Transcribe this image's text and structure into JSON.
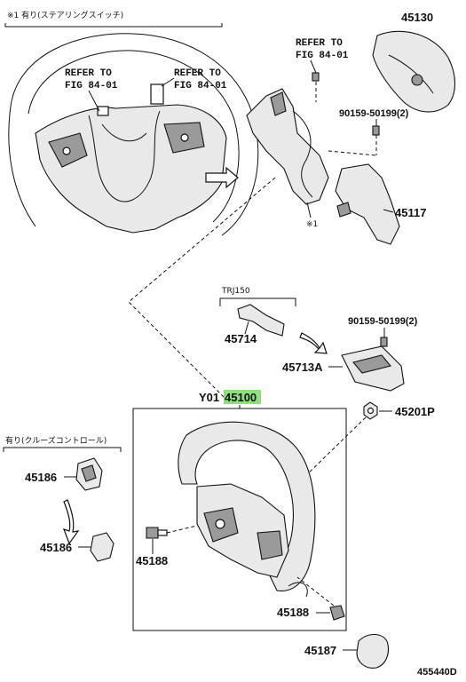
{
  "notes": {
    "switch_note": "※1 有り(ステアリングスイッチ)",
    "cruise_note": "有り(クルーズコントロール)",
    "trim_code": "TRJ150",
    "mark_1": "※1",
    "figure_id": "455440D"
  },
  "refs": {
    "ref_a_line1": "REFER TO",
    "ref_a_line2": "FIG 84-01",
    "ref_b_line1": "REFER TO",
    "ref_b_line2": "FIG 84-01",
    "ref_c_line1": "REFER TO",
    "ref_c_line2": "FIG 84-01"
  },
  "parts": {
    "p45130": "45130",
    "screw_top": "90159-50199(2)",
    "p45117": "45117",
    "p45714": "45714",
    "screw_mid": "90159-50199(2)",
    "p45713a": "45713A",
    "p45201p": "45201P",
    "assembly_prefix": "Y01",
    "assembly_number": "45100",
    "p45186_a": "45186",
    "p45186_b": "45186",
    "p45188_a": "45188",
    "p45188_b": "45188",
    "p45187": "45187"
  },
  "colors": {
    "highlight": "#8ee07a",
    "line": "#111111"
  }
}
